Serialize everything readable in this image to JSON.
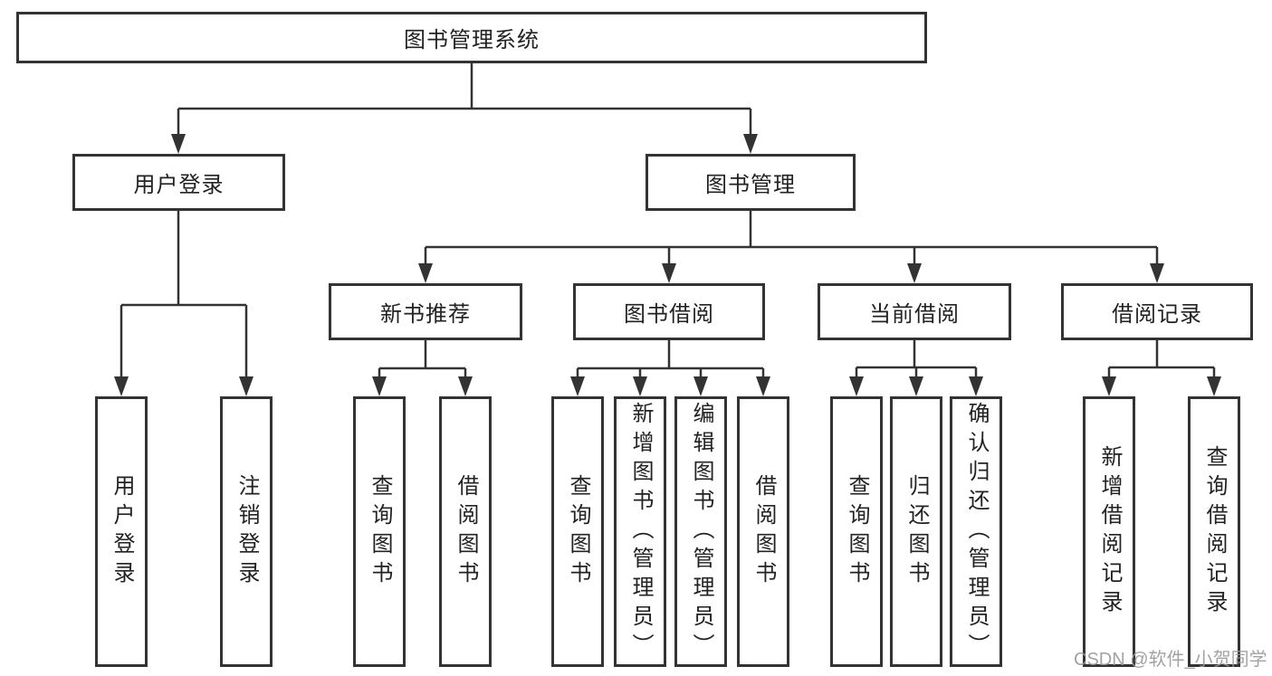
{
  "diagram": {
    "type": "hierarchy-tree",
    "nodes": {
      "root": "图书管理系统",
      "level2": {
        "user_login": "用户登录",
        "book_management": "图书管理"
      },
      "level3": {
        "new_book_recommend": "新书推荐",
        "book_borrowing": "图书借阅",
        "current_borrowing": "当前借阅",
        "borrowing_records": "借阅记录"
      },
      "leaves": {
        "user_login_leaf": "用户登录",
        "logout": "注销登录",
        "query_books_1": "查询图书",
        "borrow_books_1": "借阅图书",
        "query_books_2": "查询图书",
        "add_books_admin": "新增图书（管理员）",
        "edit_books_admin": "编辑图书（管理员）",
        "borrow_books_2": "借阅图书",
        "query_books_3": "查询图书",
        "return_books": "归还图书",
        "confirm_return_admin": "确认归还（管理员）",
        "add_borrow_record": "新增借阅记录",
        "query_borrow_record": "查询借阅记录"
      }
    },
    "edges": [
      [
        "图书管理系统",
        "用户登录"
      ],
      [
        "图书管理系统",
        "图书管理"
      ],
      [
        "用户登录",
        "用户登录(叶)"
      ],
      [
        "用户登录",
        "注销登录"
      ],
      [
        "图书管理",
        "新书推荐"
      ],
      [
        "图书管理",
        "图书借阅"
      ],
      [
        "图书管理",
        "当前借阅"
      ],
      [
        "图书管理",
        "借阅记录"
      ],
      [
        "新书推荐",
        "查询图书"
      ],
      [
        "新书推荐",
        "借阅图书"
      ],
      [
        "图书借阅",
        "查询图书"
      ],
      [
        "图书借阅",
        "新增图书（管理员）"
      ],
      [
        "图书借阅",
        "编辑图书（管理员）"
      ],
      [
        "图书借阅",
        "借阅图书"
      ],
      [
        "当前借阅",
        "查询图书"
      ],
      [
        "当前借阅",
        "归还图书"
      ],
      [
        "当前借阅",
        "确认归还（管理员）"
      ],
      [
        "借阅记录",
        "新增借阅记录"
      ],
      [
        "借阅记录",
        "查询借阅记录"
      ]
    ],
    "colors": {
      "line": "#333333",
      "box_border": "#333333",
      "box_fill": "#ffffff",
      "text": "#222222",
      "background": "#ffffff",
      "watermark": "#999999"
    }
  },
  "watermark": "CSDN @软件_小贺同学"
}
